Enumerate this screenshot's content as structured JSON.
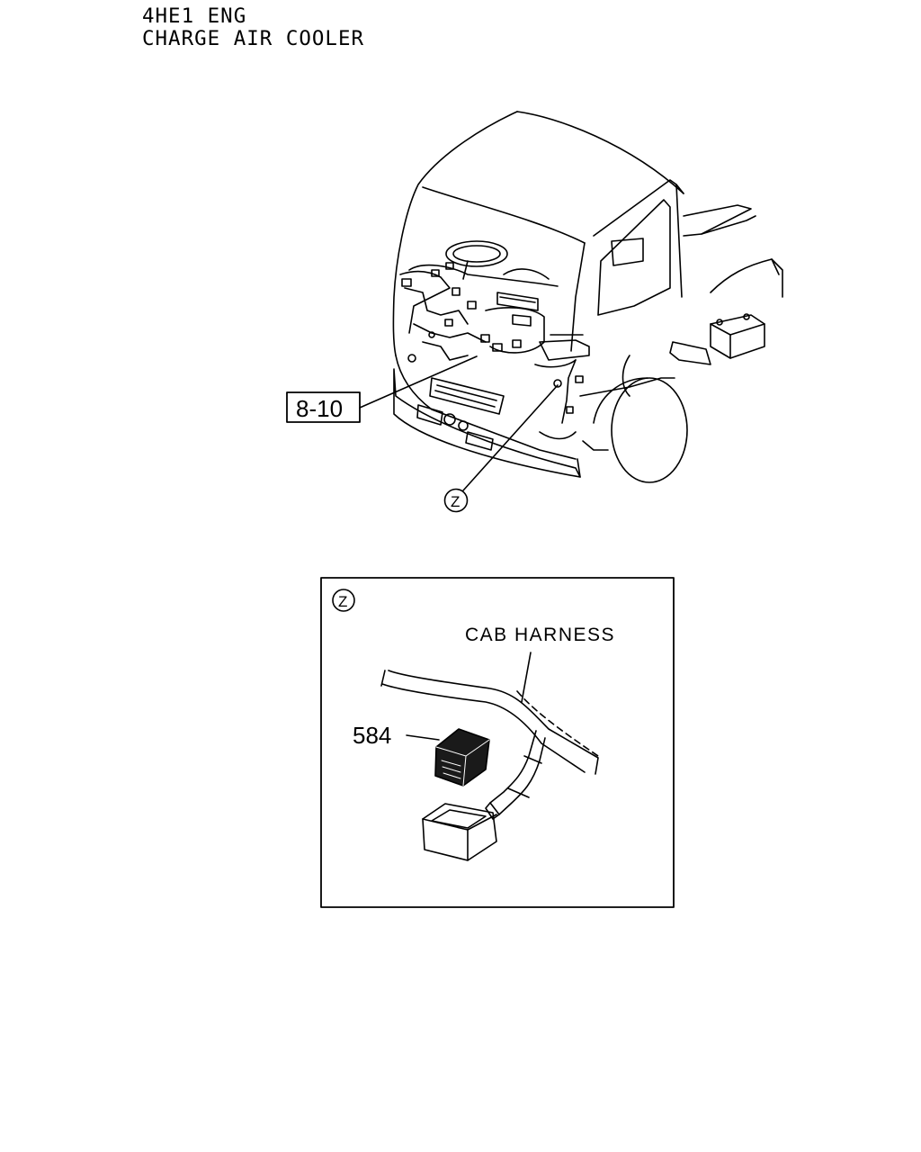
{
  "header": {
    "line1": "4HE1 ENG",
    "line2": "CHARGE AIR COOLER"
  },
  "callouts": {
    "ref_box": "8-10",
    "view_marker": "Z"
  },
  "detail": {
    "view_marker": "Z",
    "harness_label": "CAB HARNESS",
    "part_number": "584"
  }
}
